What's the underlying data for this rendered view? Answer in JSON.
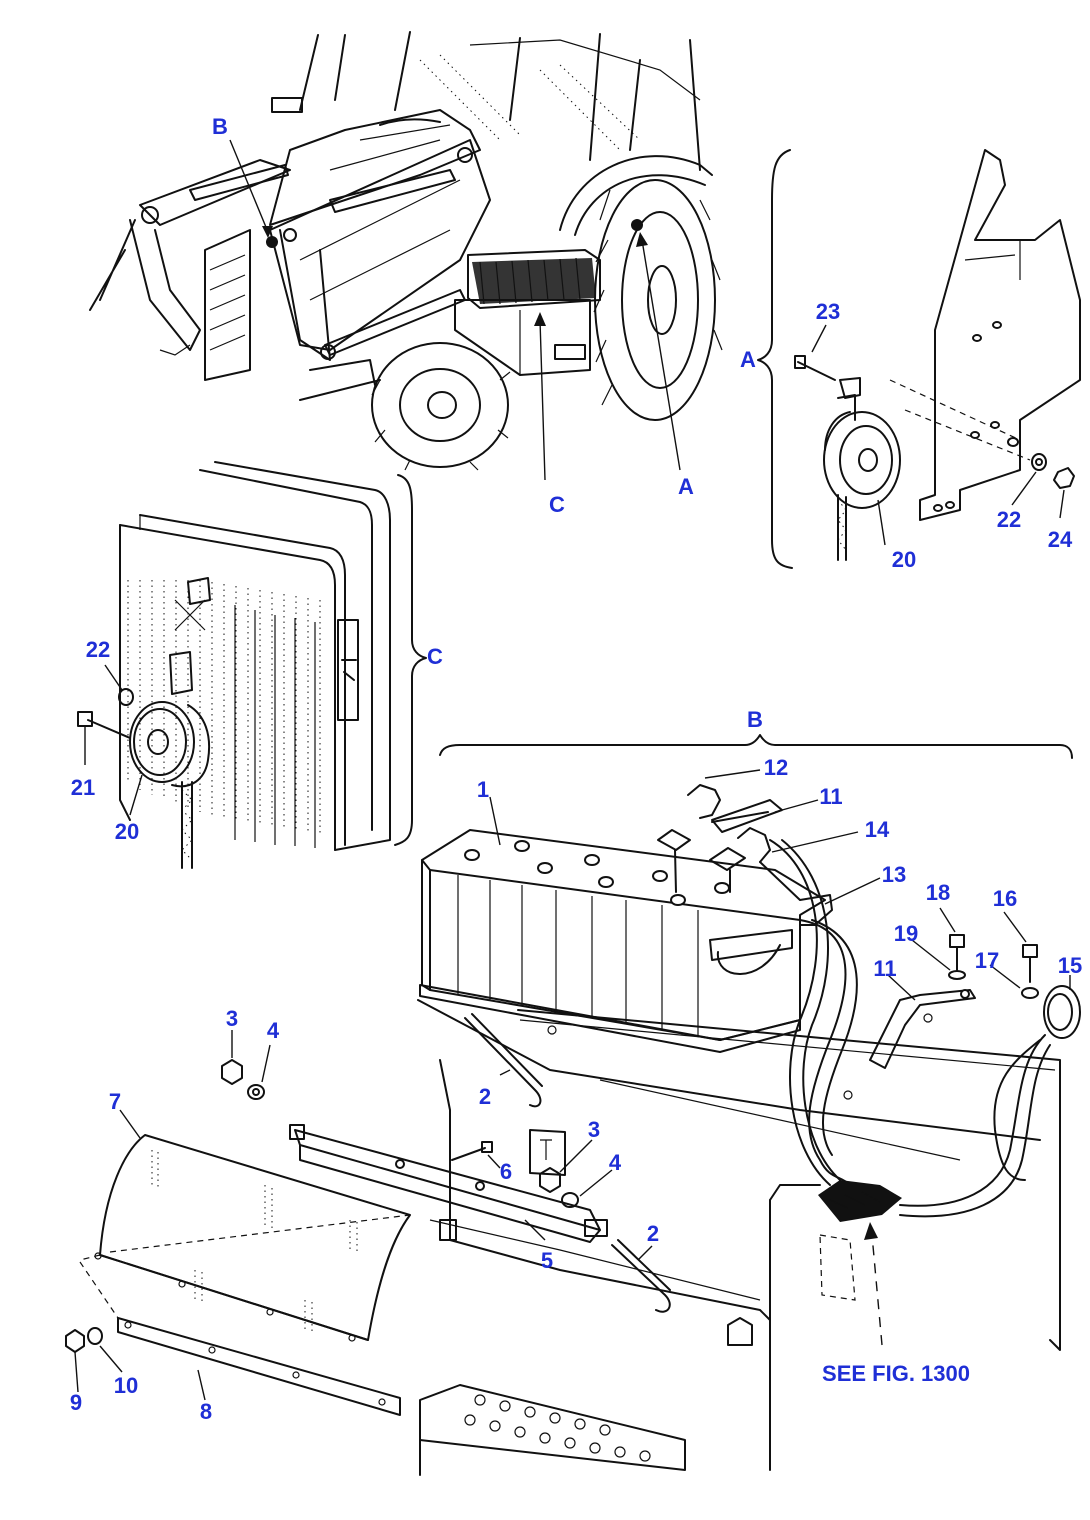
{
  "views": {
    "A": "A",
    "B": "B",
    "C": "C"
  },
  "parts": {
    "p1": "1",
    "p2": "2",
    "p3": "3",
    "p4": "4",
    "p5": "5",
    "p6": "6",
    "p7": "7",
    "p8": "8",
    "p9": "9",
    "p10": "10",
    "p11": "11",
    "p12": "12",
    "p13": "13",
    "p14": "14",
    "p15": "15",
    "p16": "16",
    "p17": "17",
    "p18": "18",
    "p19": "19",
    "p20": "20",
    "p21": "21",
    "p22": "22",
    "p23": "23",
    "p24": "24"
  },
  "reference_note": "SEE FIG. 1300",
  "colors": {
    "callout": "#1f2fd6",
    "line_art": "#111111",
    "background": "#ffffff"
  }
}
